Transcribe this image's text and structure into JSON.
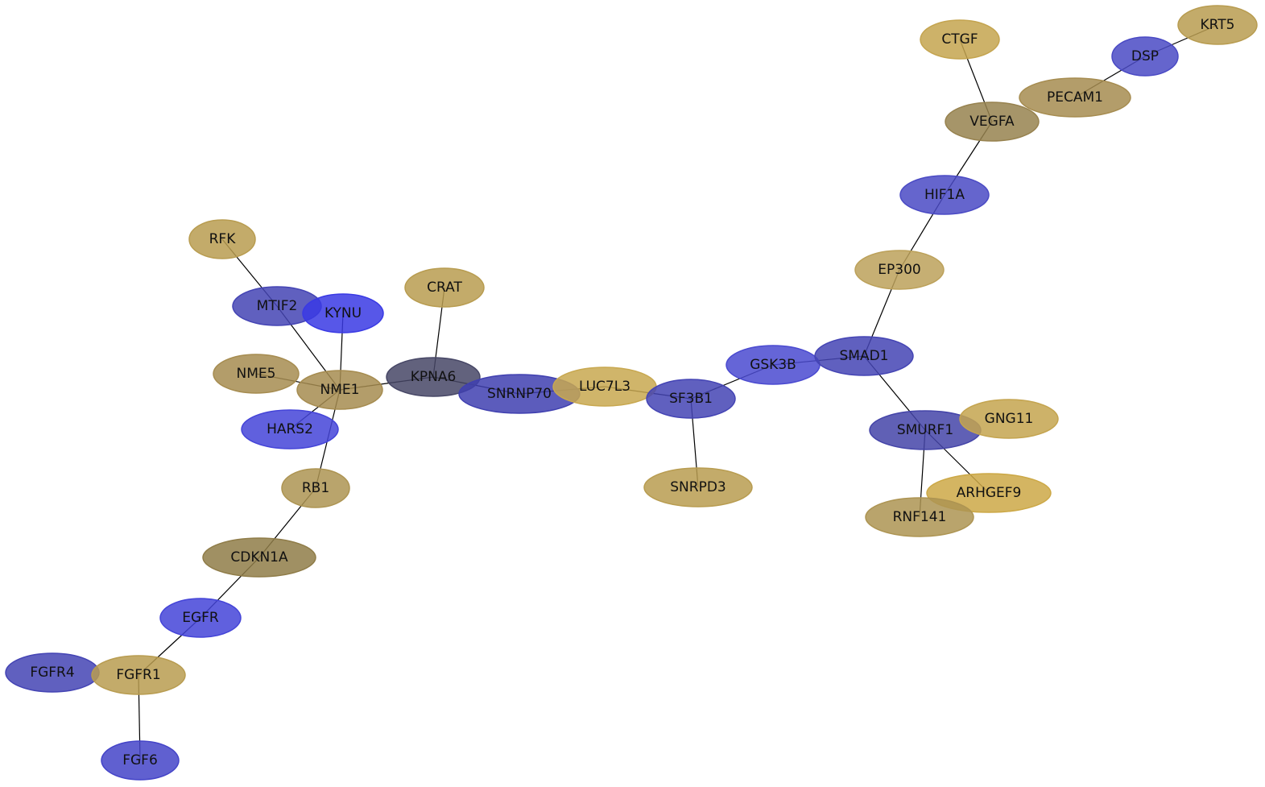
{
  "graph": {
    "nodes": [
      {
        "id": "KRT5",
        "label": "KRT5",
        "color": "#b89c50"
      },
      {
        "id": "CTGF",
        "label": "CTGF",
        "color": "#c4a44f"
      },
      {
        "id": "DSP",
        "label": "DSP",
        "color": "#4a4ac4"
      },
      {
        "id": "PECAM1",
        "label": "PECAM1",
        "color": "#a68c50"
      },
      {
        "id": "VEGFA",
        "label": "VEGFA",
        "color": "#97824f"
      },
      {
        "id": "HIF1A",
        "label": "HIF1A",
        "color": "#4a4ac4"
      },
      {
        "id": "EP300",
        "label": "EP300",
        "color": "#bca15a"
      },
      {
        "id": "RFK",
        "label": "RFK",
        "color": "#b89c50"
      },
      {
        "id": "CRAT",
        "label": "CRAT",
        "color": "#b89c50"
      },
      {
        "id": "MTIF2",
        "label": "MTIF2",
        "color": "#4444b4"
      },
      {
        "id": "KYNU",
        "label": "KYNU",
        "color": "#3a3ae4"
      },
      {
        "id": "NME5",
        "label": "NME5",
        "color": "#a68c50"
      },
      {
        "id": "NME1",
        "label": "NME1",
        "color": "#a68c50"
      },
      {
        "id": "KPNA6",
        "label": "KPNA6",
        "color": "#474766"
      },
      {
        "id": "SNRNP70",
        "label": "SNRNP70",
        "color": "#4040b0"
      },
      {
        "id": "LUC7L3",
        "label": "LUC7L3",
        "color": "#c8a850"
      },
      {
        "id": "SF3B1",
        "label": "SF3B1",
        "color": "#4444b4"
      },
      {
        "id": "GSK3B",
        "label": "GSK3B",
        "color": "#4a4ad0"
      },
      {
        "id": "SMAD1",
        "label": "SMAD1",
        "color": "#4444b4"
      },
      {
        "id": "HARS2",
        "label": "HARS2",
        "color": "#4444d8"
      },
      {
        "id": "SMURF1",
        "label": "SMURF1",
        "color": "#4444a8"
      },
      {
        "id": "GNG11",
        "label": "GNG11",
        "color": "#c4a44f"
      },
      {
        "id": "SNRPD3",
        "label": "SNRPD3",
        "color": "#b89c50"
      },
      {
        "id": "RB1",
        "label": "RB1",
        "color": "#ad9452"
      },
      {
        "id": "ARHGEF9",
        "label": "ARHGEF9",
        "color": "#cca846"
      },
      {
        "id": "RNF141",
        "label": "RNF141",
        "color": "#ad9452"
      },
      {
        "id": "CDKN1A",
        "label": "CDKN1A",
        "color": "#8f7c48"
      },
      {
        "id": "EGFR",
        "label": "EGFR",
        "color": "#4444d8"
      },
      {
        "id": "FGFR4",
        "label": "FGFR4",
        "color": "#4444b4"
      },
      {
        "id": "FGFR1",
        "label": "FGFR1",
        "color": "#b89c50"
      },
      {
        "id": "FGF6",
        "label": "FGF6",
        "color": "#4444c8"
      }
    ],
    "edges": [
      [
        "KRT5",
        "DSP"
      ],
      [
        "DSP",
        "PECAM1"
      ],
      [
        "CTGF",
        "VEGFA"
      ],
      [
        "VEGFA",
        "HIF1A"
      ],
      [
        "HIF1A",
        "EP300"
      ],
      [
        "EP300",
        "SMAD1"
      ],
      [
        "SMAD1",
        "GSK3B"
      ],
      [
        "GSK3B",
        "SF3B1"
      ],
      [
        "SMAD1",
        "SMURF1"
      ],
      [
        "SMURF1",
        "ARHGEF9"
      ],
      [
        "SMURF1",
        "RNF141"
      ],
      [
        "SF3B1",
        "SNRPD3"
      ],
      [
        "SF3B1",
        "LUC7L3"
      ],
      [
        "LUC7L3",
        "SNRNP70"
      ],
      [
        "SNRNP70",
        "KPNA6"
      ],
      [
        "KPNA6",
        "CRAT"
      ],
      [
        "KPNA6",
        "NME1"
      ],
      [
        "RFK",
        "MTIF2"
      ],
      [
        "MTIF2",
        "NME1"
      ],
      [
        "KYNU",
        "NME1"
      ],
      [
        "NME5",
        "NME1"
      ],
      [
        "NME1",
        "HARS2"
      ],
      [
        "NME1",
        "RB1"
      ],
      [
        "RB1",
        "CDKN1A"
      ],
      [
        "CDKN1A",
        "EGFR"
      ],
      [
        "EGFR",
        "FGFR1"
      ],
      [
        "FGFR1",
        "FGF6"
      ]
    ]
  }
}
